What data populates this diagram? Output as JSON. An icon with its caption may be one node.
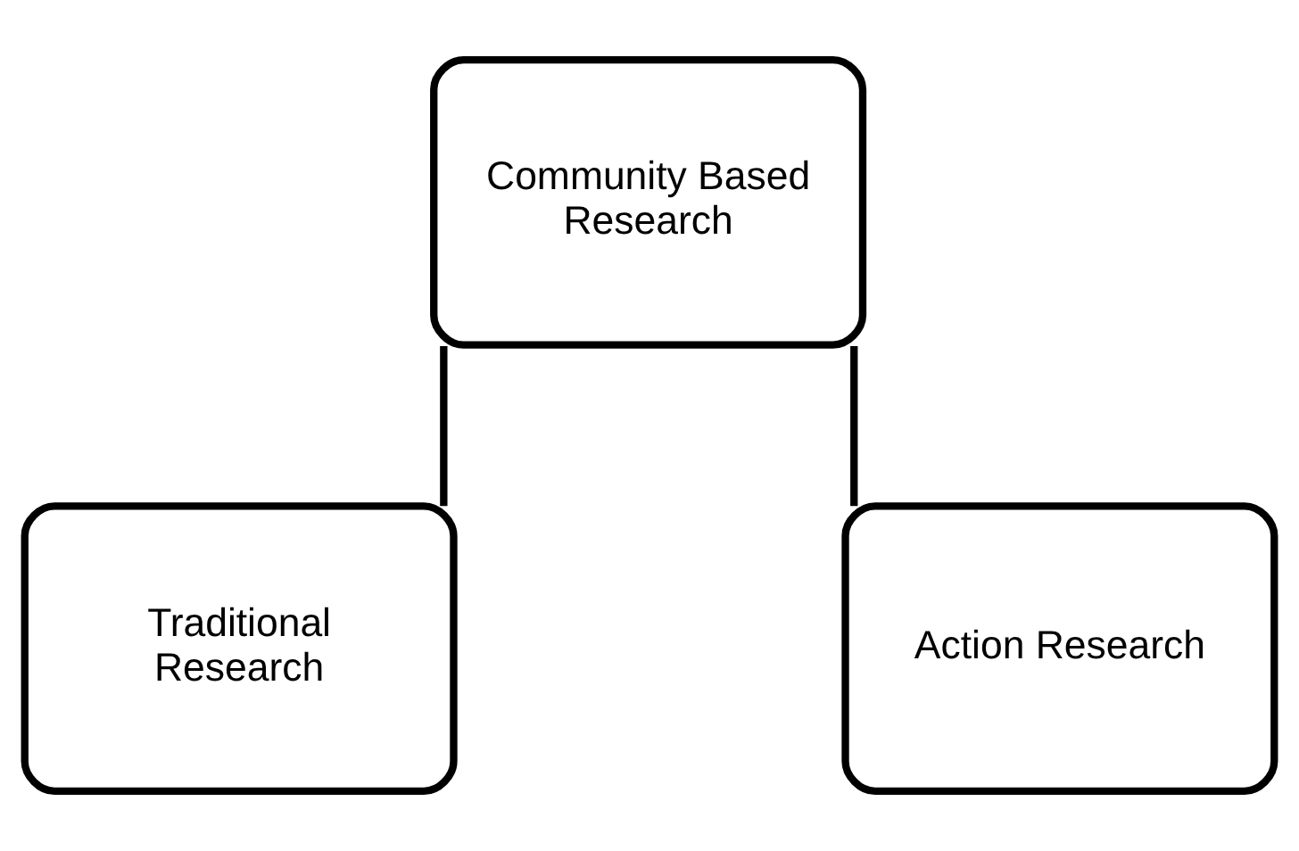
{
  "diagram": {
    "nodes": [
      {
        "text": [
          "Community Based Research"
        ]
      },
      {
        "text": [
          "Traditional Research"
        ]
      },
      {
        "text": [
          "Action Research"
        ]
      }
    ],
    "edges": [
      {
        "from": 0,
        "to": 1,
        "arrow": "none"
      },
      {
        "from": 0,
        "to": 2,
        "arrow": "none"
      }
    ]
  }
}
